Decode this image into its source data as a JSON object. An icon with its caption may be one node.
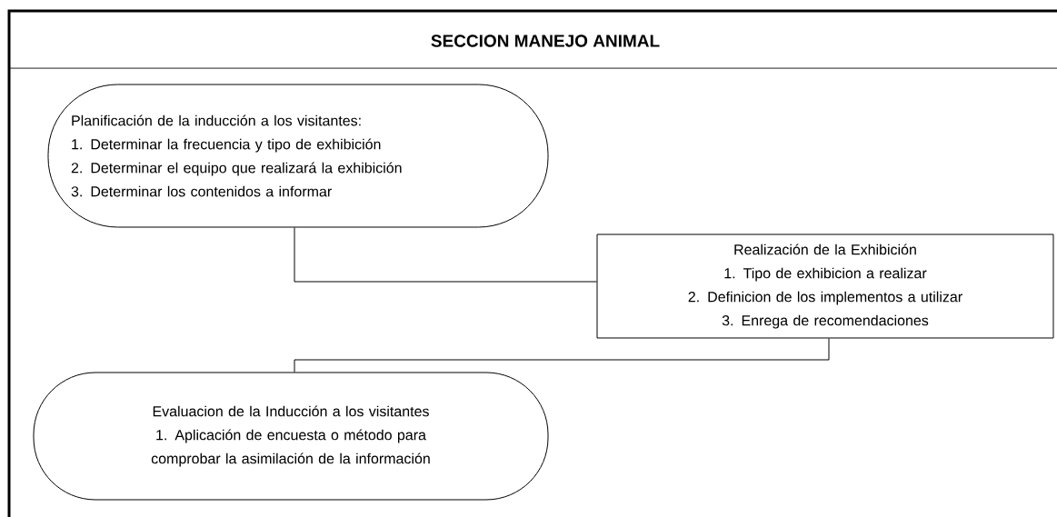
{
  "diagram": {
    "title": "SECCION MANEJO ANIMAL",
    "nodes": [
      {
        "text": [
          "Planificación de la inducción a los visitantes:",
          "1. Determinar la frecuencia y tipo de exhibición",
          "2. Determinar el equipo que realizará la exhibición",
          "3. Determinar los contenidos a informar"
        ]
      },
      {
        "text": [
          "Realización de la Exhibición",
          "1. Tipo de exhibicion a realizar",
          "2. Definicion de los implementos a utilizar",
          "3. Enrega de recomendaciones"
        ]
      },
      {
        "text": [
          "Evaluacion de la Inducción a los visitantes",
          "1. Aplicación de encuesta o método para comprobar la asimilación de la información"
        ]
      }
    ],
    "edges": [
      {
        "from": 0,
        "to": 1,
        "arrow": "none"
      },
      {
        "from": 1,
        "to": 2,
        "arrow": "none"
      }
    ]
  }
}
